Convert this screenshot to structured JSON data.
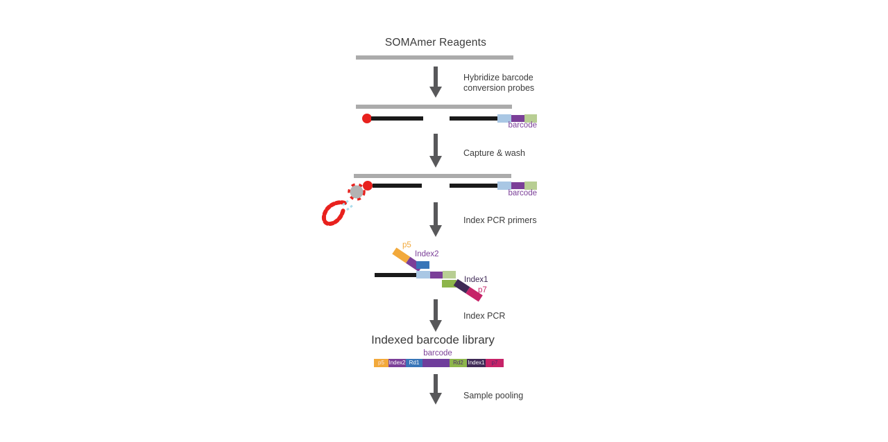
{
  "title": "SOMAmer Reagents",
  "steps": {
    "hybridize_line1": "Hybridize barcode",
    "hybridize_line2": "conversion probes",
    "capture": "Capture & wash",
    "index_pcr_primers": "Index PCR primers",
    "index_pcr": "Index PCR",
    "sample_pooling": "Sample pooling"
  },
  "construct1": {
    "barcode_label": "barcode"
  },
  "construct2": {
    "barcode_label": "barcode"
  },
  "primer_complex": {
    "p5_label": "p5",
    "index2_label": "Index2",
    "index1_label": "Index1",
    "p7_label": "p7"
  },
  "library": {
    "heading": "Indexed barcode library",
    "barcode_label": "barcode",
    "segments": [
      {
        "label": "p5",
        "color": "#f2a93b",
        "text_color": "#fbe3e0"
      },
      {
        "label": "Index2",
        "color": "#7b3f98",
        "text_color": "#ffffff"
      },
      {
        "label": "Rd1",
        "color": "#3875b8",
        "text_color": "#ffffff"
      },
      {
        "label": "",
        "color": "#6f3d9b",
        "text_color": "#ffffff"
      },
      {
        "label": "Rd2",
        "color": "#8db54b",
        "text_color": "#4b2a6b"
      },
      {
        "label": "Index1",
        "color": "#3f2a56",
        "text_color": "#ffffff"
      },
      {
        "label": "p7",
        "color": "#c62368",
        "text_color": "#4b2a6b"
      }
    ]
  },
  "colors": {
    "arrow": "#58585a",
    "gray_bar": "#ababab",
    "strand_black": "#1a1a1a",
    "red_dot": "#e8211d",
    "bead_gray": "#b3b3b3",
    "cyan_dash": "#aadcec",
    "light_blue_block": "#a9c7e4",
    "purple_block": "#7b3f98",
    "light_green_block": "#b8ce93",
    "orange_block": "#f2a93b",
    "blue_block": "#3875b8",
    "green_block": "#8db54b",
    "dark_purple_block": "#3f2a56",
    "magenta_block": "#c62368",
    "text": "#3b3b3b"
  }
}
